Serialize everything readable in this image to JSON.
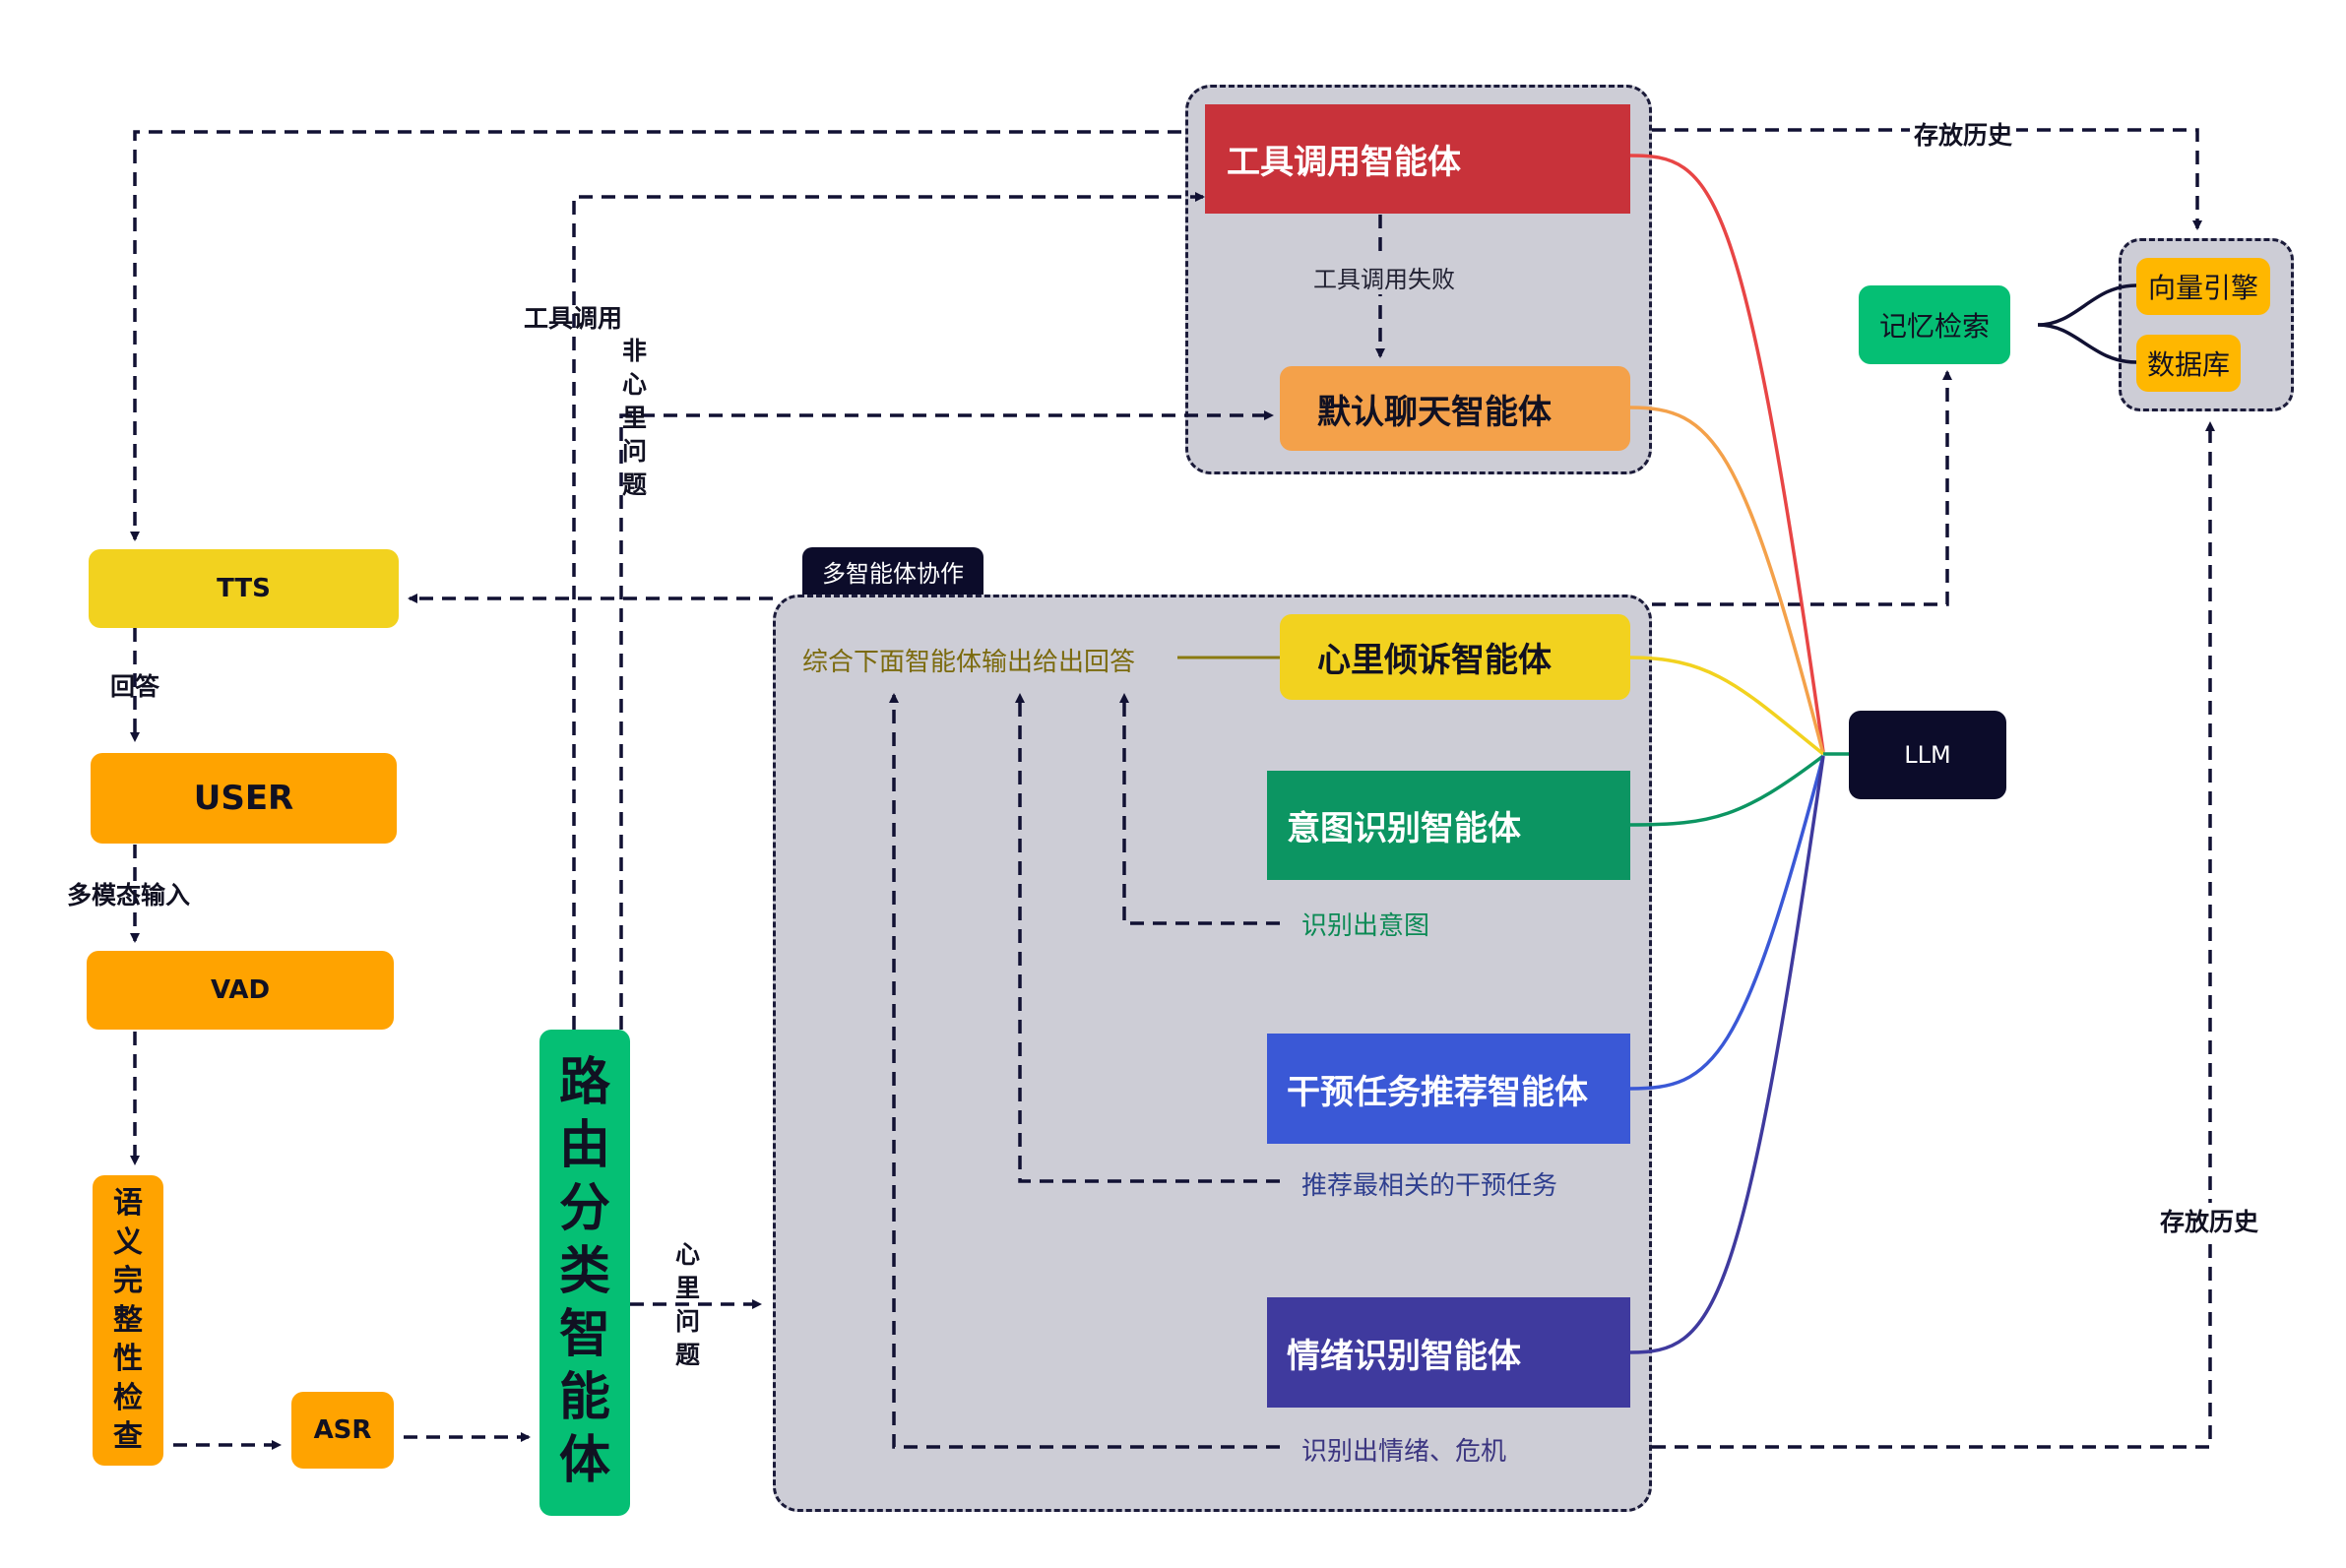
{
  "nodes": {
    "tts": "TTS",
    "user": "USER",
    "vad": "VAD",
    "semantic_check": "语义完整性检查",
    "asr": "ASR",
    "router": "路由分类智能体",
    "tool_agent": "工具调用智能体",
    "default_chat_agent": "默认聊天智能体",
    "confide_agent": "心里倾诉智能体",
    "intent_agent": "意图识别智能体",
    "intervention_agent": "干预任务推荐智能体",
    "emotion_agent": "情绪识别智能体",
    "llm": "LLM",
    "memory_retrieval": "记忆检索",
    "vector_engine": "向量引擎",
    "database": "数据库",
    "multi_agent_tab": "多智能体协作"
  },
  "labels": {
    "answer": "回答",
    "multimodal_input": "多模态输入",
    "tool_call": "工具调用",
    "non_mental_issue": "非心里问题",
    "mental_issue": "心里问题",
    "tool_call_failed": "工具调用失败",
    "store_history_top": "存放历史",
    "store_history_right": "存放历史",
    "synthesize_answer": "综合下面智能体输出给出回答",
    "identify_intent": "识别出意图",
    "recommend_intervention": "推荐最相关的干预任务",
    "identify_emotion": "识别出情绪、危机"
  },
  "colors": {
    "tool_agent": "#c8323a",
    "default_chat_agent": "#f4a14a",
    "confide_agent": "#f2d21f",
    "intent_agent": "#0c9562",
    "intervention_agent": "#3a58d6",
    "emotion_agent": "#3f3a9e",
    "orange": "#ffa300",
    "router": "#05bf74",
    "memory": "#05bf74",
    "llm": "#0c0c2a",
    "group_bg": "#cdcdd6",
    "dash": "#111133",
    "label_olive": "#7b6a0e",
    "label_green": "#0c8a55",
    "label_blue": "#2f3f8f",
    "label_purple": "#3b3580"
  }
}
